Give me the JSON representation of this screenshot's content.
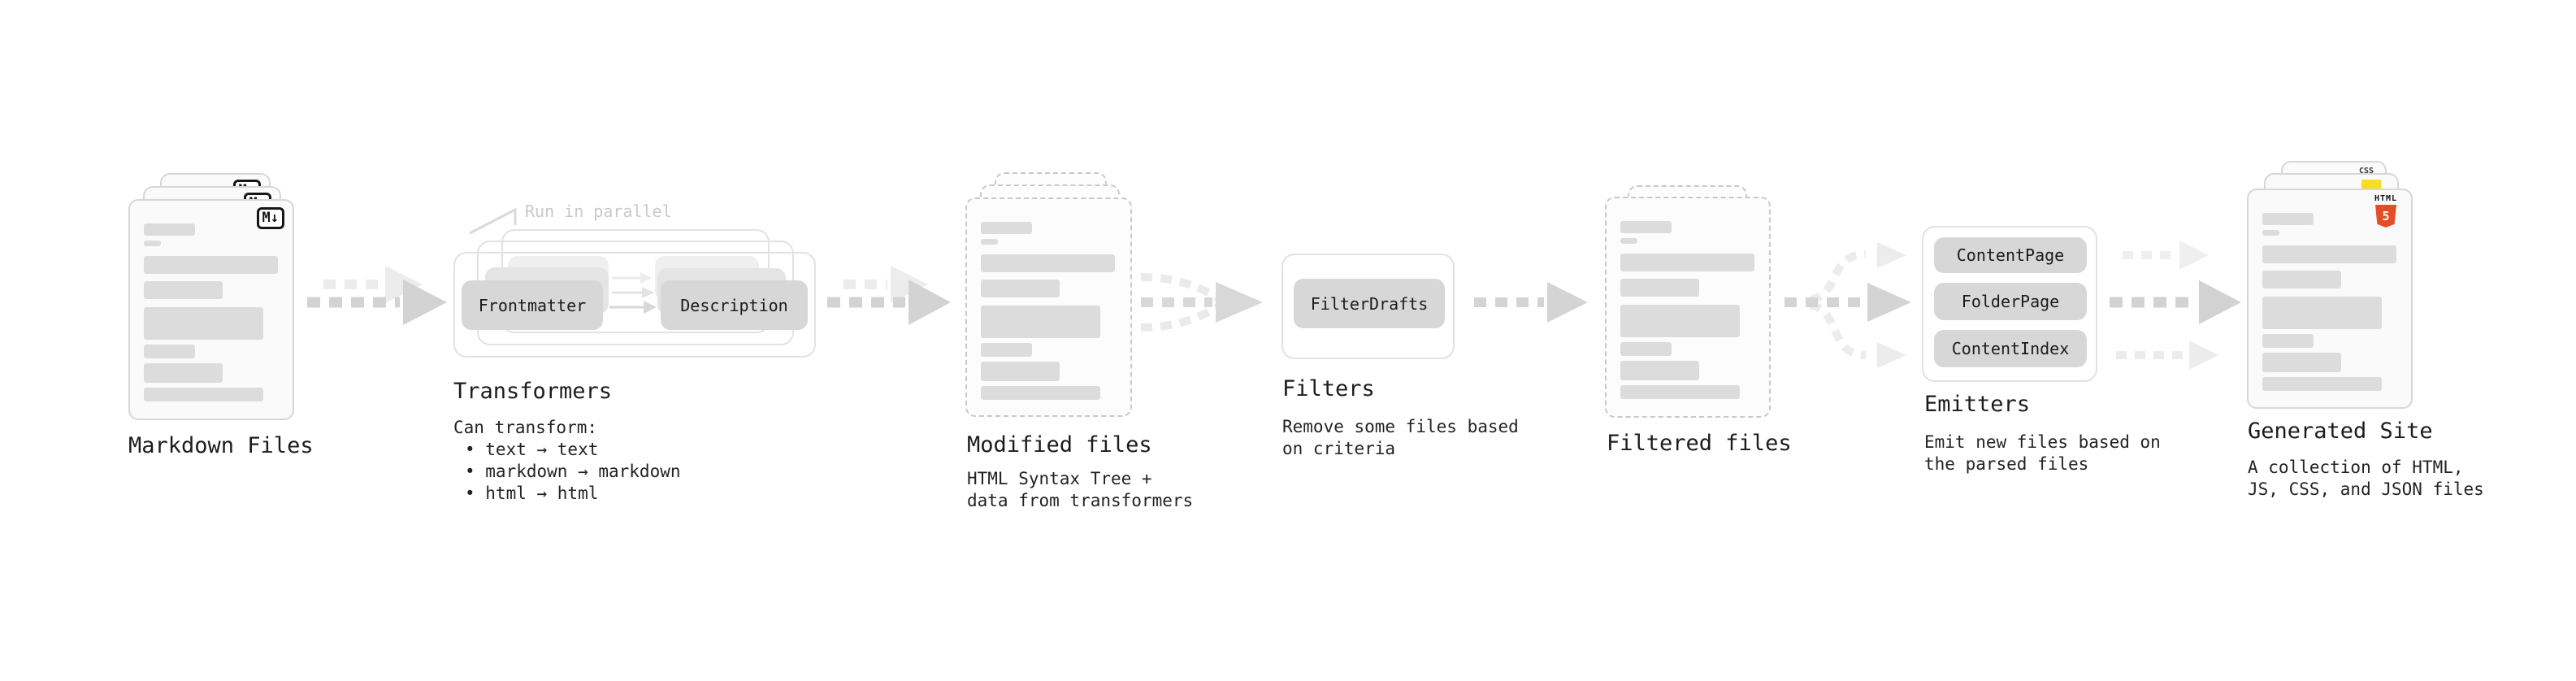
{
  "stages": {
    "markdown": {
      "label": "Markdown Files"
    },
    "transformers": {
      "label": "Transformers",
      "annotation": "Run in parallel",
      "boxes": {
        "frontmatter": "Frontmatter",
        "description": "Description"
      },
      "desc_heading": "Can transform:",
      "bullets": [
        "• text → text",
        "• markdown → markdown",
        "• html → html"
      ]
    },
    "modified": {
      "label": "Modified files",
      "desc_line1": "HTML Syntax Tree +",
      "desc_line2": "data from transformers"
    },
    "filters": {
      "label": "Filters",
      "boxes": {
        "filter_drafts": "FilterDrafts"
      },
      "desc_line1": "Remove some files based",
      "desc_line2": "on criteria"
    },
    "filtered": {
      "label": "Filtered files"
    },
    "emitters": {
      "label": "Emitters",
      "boxes": {
        "content_page": "ContentPage",
        "folder_page": "FolderPage",
        "content_index": "ContentIndex"
      },
      "desc_line1": "Emit new files based on",
      "desc_line2": "the parsed files"
    },
    "generated": {
      "label": "Generated Site",
      "desc_line1": "A collection of HTML,",
      "desc_line2": "JS, CSS, and JSON files"
    }
  },
  "icons": {
    "markdown_badge": "M↓",
    "html5_wordmark": "HTML",
    "html5_number": "5",
    "css_wordmark": "CSS"
  },
  "colors": {
    "html5_orange": "#e44d26",
    "js_yellow": "#f7df1e",
    "css_blue": "#2962ff",
    "arrow_gray": "#d3d3d3",
    "arrow_faint": "#ececec"
  }
}
